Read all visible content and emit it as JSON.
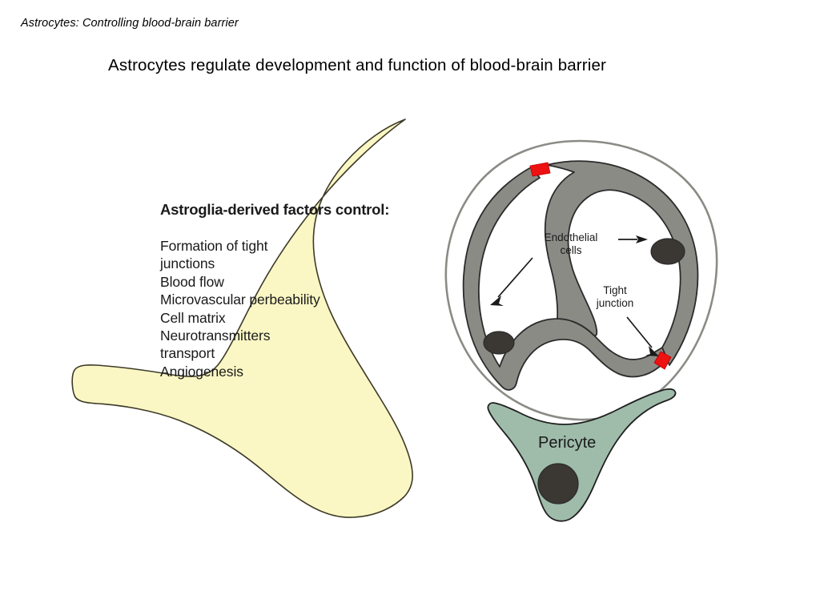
{
  "slide": {
    "header": "Astrocytes: Controlling blood-brain barrier",
    "title": "Astrocytes regulate development and function of blood-brain barrier"
  },
  "factors": {
    "heading": "Astroglia-derived factors control:",
    "items": [
      "Formation of tight\n   junctions",
      "Blood flow",
      "Microvascular perbeability",
      "Cell matrix",
      "Neurotransmitters\n   transport",
      "Angiogenesis"
    ]
  },
  "diagram": {
    "labels": {
      "endothelial_cells": "Endothelial\ncells",
      "tight_junction": "Tight\njunction",
      "pericyte": "Pericyte"
    },
    "colors": {
      "astrocyte_fill": "#faf7c4",
      "astrocyte_stroke": "#3d3a28",
      "endothelium_fill": "#8b8b86",
      "endothelium_stroke": "#2b2b2b",
      "basement_membrane_stroke": "#8b8b86",
      "nucleus_fill": "#3b3733",
      "tight_junction_fill": "#ee1111",
      "pericyte_fill": "#9fbcab",
      "pericyte_stroke": "#1f1f1f",
      "arrow_color": "#1a1a1a",
      "background": "#ffffff"
    }
  }
}
